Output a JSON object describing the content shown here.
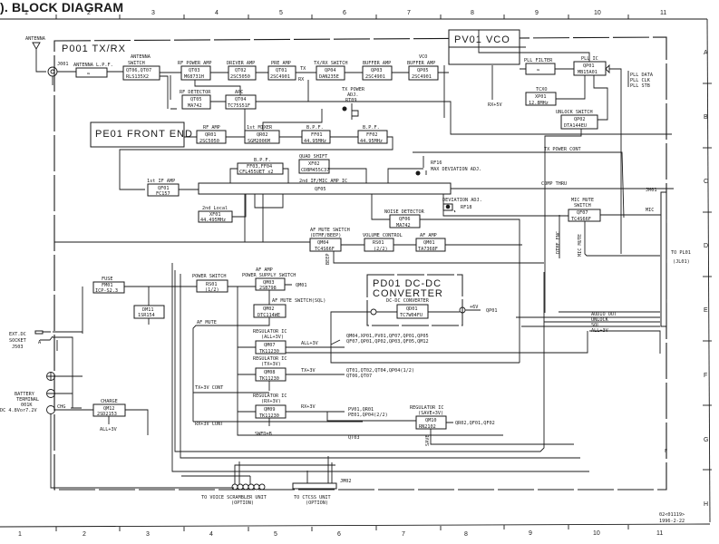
{
  "title": "). BLOCK DIAGRAM",
  "grid": {
    "columns": [
      "1",
      "2",
      "3",
      "4",
      "5",
      "6",
      "7",
      "8",
      "9",
      "10",
      "11"
    ],
    "rows": [
      "A",
      "B",
      "C",
      "D",
      "E",
      "F",
      "G",
      "H"
    ]
  },
  "units": {
    "tx_rx": "P001 TX/RX",
    "front_end": "PE01 FRONT END",
    "vco": "PV01 VCO",
    "dcdc_line1": "PD01 DC-DC",
    "dcdc_line2": "CONVERTER"
  },
  "blocks": {
    "ant_lpf": {
      "label": "ANTENNA L.P.F.",
      "part": "≈"
    },
    "ant_sw": {
      "label1": "ANTENNA",
      "label2": "SWITCH",
      "part1": "QT06,QT07",
      "part2": "RLS135X2"
    },
    "rf_pa": {
      "label": "RF POWER AMP",
      "part1": "QT03",
      "part2": "M68731H"
    },
    "drv_amp": {
      "label": "DRIVER AMP",
      "part1": "QT02",
      "part2": "2SC5050"
    },
    "pre_amp": {
      "label": "PRE AMP",
      "part1": "QT01",
      "part2": "2SC4901"
    },
    "txrx_sw": {
      "label": "TX/RX SWITCH",
      "part1": "QP04",
      "part2": "DAN235E"
    },
    "buf_amp": {
      "label": "BUFFER AMP",
      "part1": "QP03",
      "part2": "2SC4901"
    },
    "vco_buf": {
      "label1": "VCO",
      "label2": "BUFFER AMP",
      "part1": "QP05",
      "part2": "2SC4901"
    },
    "pll_filter": {
      "label": "PLL FILTER",
      "part": "≈"
    },
    "pll_ic": {
      "label": "PLL IC",
      "part1": "QP01",
      "part2": "MB15A01"
    },
    "tcxo": {
      "label": "TCXO",
      "part1": "XP01",
      "part2": "12.8MHz"
    },
    "unlock_sw": {
      "label": "UNLOCK SWITCH",
      "part1": "QP02",
      "part2": "DTA144EU"
    },
    "rf_det": {
      "label": "RF DETECTOR",
      "part1": "QT05",
      "part2": "MA742"
    },
    "apc": {
      "label": "APC",
      "part1": "QT04",
      "part2": "TC75S51F"
    },
    "rf_amp": {
      "label": "RF AMP",
      "part1": "QR01",
      "part2": "2SC5050"
    },
    "mixer1": {
      "label": "1st MIXER",
      "part1": "QR02",
      "part2": "SGM2006M"
    },
    "bpf1": {
      "label": "B.P.F.",
      "part1": "FF01",
      "part2": "44.95MHz"
    },
    "bpf2": {
      "label": "B.P.F.",
      "part1": "FF02",
      "part2": "44.95MHz"
    },
    "bpf3": {
      "label": "B.P.F.",
      "part1": "FF03,FF04",
      "part2": "CFL455UET x2"
    },
    "quad": {
      "label": "QUAD SHIFT",
      "part1": "XF02",
      "part2": "CDBM455C37"
    },
    "if_amp1": {
      "label": "1st IF AMP",
      "part1": "QF01",
      "part2": "FC157"
    },
    "if_ic": {
      "label": "2nd IF/MIC AMP IC",
      "part": "QF05"
    },
    "local2": {
      "label": "2nd Local",
      "part1": "XF01",
      "part2": "44.495MHz"
    },
    "noise_det": {
      "label": "NOISE DETECTOR",
      "part1": "QF06",
      "part2": "MA742"
    },
    "af_mute": {
      "label1": "AF MUTE SWITCH",
      "label2": "(DTMF/BEEP)",
      "part1": "QM04",
      "part2": "TC4S66F"
    },
    "vol": {
      "label": "VOLUME CONTROL",
      "part1": "RS01",
      "part2": "(2/2)"
    },
    "af_amp": {
      "label": "AF AMP",
      "part1": "QM01",
      "part2": "TA7368F"
    },
    "mic_mute": {
      "label1": "MIC MUTE",
      "label2": "SWITCH",
      "part1": "QF07",
      "part2": "TC4S66F"
    },
    "fuse": {
      "label": "FUSE",
      "part1": "FM01",
      "part2": "ICP-S2.3"
    },
    "diode": {
      "part1": "DM11",
      "part2": "1SR154"
    },
    "pwr_sw": {
      "label": "POWER SWITCH",
      "part1": "RS01",
      "part2": "(1/2)"
    },
    "af_pwr_sw": {
      "label1": "AF AMP",
      "label2": "POWER SUPPLY SWITCH",
      "part1": "QM03",
      "part2": "2SB798"
    },
    "af_mute_sql": {
      "label": "AF MUTE SWITCH(SQL)",
      "part1": "QM02",
      "part2": "DTC114WE"
    },
    "dcdc": {
      "label": "DC-DC CONVERTER",
      "part1": "QD01",
      "part2": "TC7W04FU"
    },
    "reg_all": {
      "label1": "REGULATOR IC",
      "label2": "(ALL+3V)",
      "part1": "QM07",
      "part2": "TK11230"
    },
    "reg_tx": {
      "label1": "REGULATOR IC",
      "label2": "(TX+3V)",
      "part1": "QM08",
      "part2": "TK11230"
    },
    "reg_rx": {
      "label1": "REGULATOR IC",
      "label2": "(RX+3V)",
      "part1": "QM09",
      "part2": "TK11230"
    },
    "reg_save": {
      "label1": "REGULATOR IC",
      "label2": "(SAVE+3V)",
      "part1": "QM10",
      "part2": "RN2102"
    },
    "charge": {
      "label": "CHARGE",
      "part1": "QM12",
      "part2": "2SD2153"
    }
  },
  "labels": {
    "antenna": "ANTENNA",
    "j001": "J001",
    "tx": "TX",
    "rx": "RX",
    "rx5v": "RX+5V",
    "tx_pwr_adj1": "TX POWER",
    "tx_pwr_adj2": "ADJ.",
    "tx_pwr_adj3": "RT09",
    "pll_data": "PLL DATA",
    "pll_clk": "PLL CLK",
    "pll_stb": "PLL STB",
    "tx_pwr_cont": "TX POWER CONT",
    "comp_thru": "COMP THRU",
    "rf16_1": "RF16",
    "rf16_2": "MAX DEVIATION ADJ.",
    "dev_adj": "DEVIATION ADJ.",
    "rf18": "RF18",
    "jm01": "JM01",
    "mic": "MIC",
    "dtmf_enc": "DTMF ENC",
    "mic_mute": "MIC MUTE",
    "beep": "BEEP",
    "to_pl01_1": "TO PL01",
    "to_pl01_2": "(JL01)",
    "qm01": "QM01",
    "plus6v": "+6V",
    "qp01": "QP01",
    "af_mute": "AF MUTE",
    "all3v": "ALL+3V",
    "all3v_loads1": "QM04,XP01,PV01,QF07,QP01,QP05",
    "all3v_loads2": "QF07,QP01,QP02,QP03,QF05,QM12",
    "tx3v": "TX+3V",
    "tx3v_loads1": "QT01,QT02,QT04,QP04(1/2)",
    "tx3v_loads2": "QT06,QT07",
    "tx3v_cont": "TX+3V CONT",
    "rx3v": "RX+3V",
    "rx3v_loads1": "PV01,QR01",
    "rx3v_loads2": "PE01,QP04(2/2)",
    "rx3v_cont": "RX+3V CONT",
    "swed": "SWED=B",
    "qt03": "QT03",
    "save": "SAVE",
    "save_loads": "QR02,QF01,QF02",
    "audio_out": "AUDIO OUT",
    "unlock": "UNLOCK",
    "sql": "SQL",
    "all3v_out": "ALL+3V",
    "ext_dc1": "EXT.DC",
    "ext_dc2": "SOCKET",
    "ext_dc3": "J503",
    "batt1": "BATTERY",
    "batt2": "TERMINAL",
    "batt3": "001K",
    "batt4": "DC 4.8Vor7.2V",
    "chg": "CHG",
    "charge_in": "ALL+3V",
    "jm02": "JM02",
    "to_scr1": "TO VOICE SCRAMBLER UNIT",
    "to_scr2": "(OPTION)",
    "to_ctcss1": "TO CTCSS UNIT",
    "to_ctcss2": "(OPTION)",
    "f_mark": "F",
    "doc_no": "02<01119>",
    "date": "1996-2-22"
  }
}
